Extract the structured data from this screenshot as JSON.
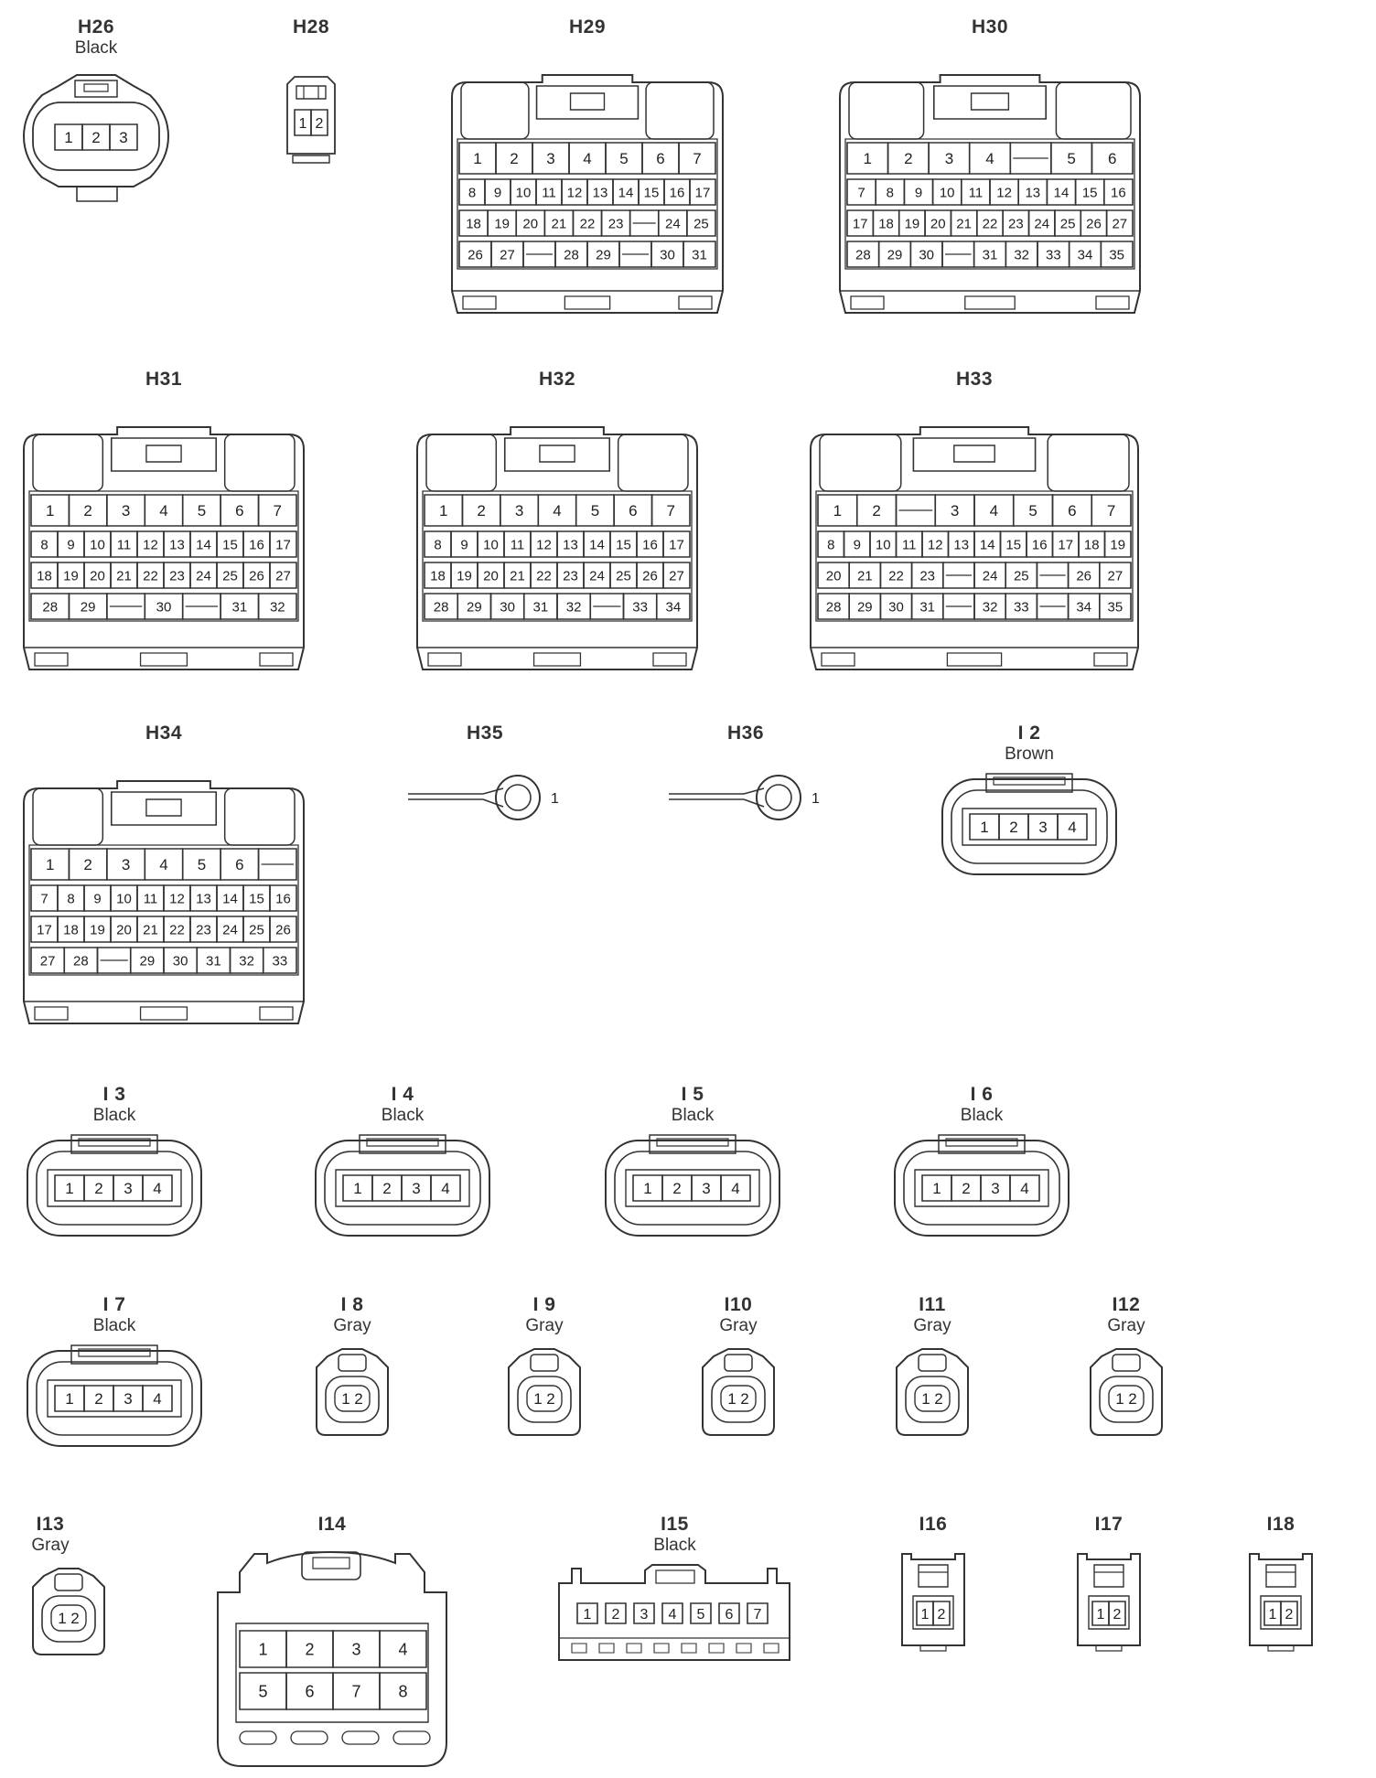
{
  "connectors": [
    {
      "id": "H26",
      "color": "Black",
      "kind": "oval",
      "pins": [
        "1",
        "2",
        "3"
      ]
    },
    {
      "id": "H28",
      "color": "",
      "kind": "small",
      "pins": [
        "1",
        "2"
      ]
    },
    {
      "id": "H29",
      "color": "",
      "kind": "block",
      "rows": [
        [
          "1",
          "2",
          "3",
          "4",
          "5",
          "6",
          "7"
        ],
        [
          "8",
          "9",
          "10",
          "11",
          "12",
          "13",
          "14",
          "15",
          "16",
          "17"
        ],
        [
          "18",
          "19",
          "20",
          "21",
          "22",
          "23",
          "",
          "24",
          "25"
        ],
        [
          "26",
          "27",
          "",
          "28",
          "29",
          "",
          "30",
          "31"
        ]
      ]
    },
    {
      "id": "H30",
      "color": "",
      "kind": "block",
      "rows": [
        [
          "1",
          "2",
          "3",
          "4",
          "",
          "5",
          "6"
        ],
        [
          "7",
          "8",
          "9",
          "10",
          "11",
          "12",
          "13",
          "14",
          "15",
          "16"
        ],
        [
          "17",
          "18",
          "19",
          "20",
          "21",
          "22",
          "23",
          "24",
          "25",
          "26",
          "27"
        ],
        [
          "28",
          "29",
          "30",
          "",
          "31",
          "32",
          "33",
          "34",
          "35"
        ]
      ]
    },
    {
      "id": "H31",
      "color": "",
      "kind": "block",
      "rows": [
        [
          "1",
          "2",
          "3",
          "4",
          "5",
          "6",
          "7"
        ],
        [
          "8",
          "9",
          "10",
          "11",
          "12",
          "13",
          "14",
          "15",
          "16",
          "17"
        ],
        [
          "18",
          "19",
          "20",
          "21",
          "22",
          "23",
          "24",
          "25",
          "26",
          "27"
        ],
        [
          "28",
          "29",
          "",
          "30",
          "",
          "31",
          "32"
        ]
      ]
    },
    {
      "id": "H32",
      "color": "",
      "kind": "block",
      "rows": [
        [
          "1",
          "2",
          "3",
          "4",
          "5",
          "6",
          "7"
        ],
        [
          "8",
          "9",
          "10",
          "11",
          "12",
          "13",
          "14",
          "15",
          "16",
          "17"
        ],
        [
          "18",
          "19",
          "20",
          "21",
          "22",
          "23",
          "24",
          "25",
          "26",
          "27"
        ],
        [
          "28",
          "29",
          "30",
          "31",
          "32",
          "",
          "33",
          "34"
        ]
      ]
    },
    {
      "id": "H33",
      "color": "",
      "kind": "block",
      "rows": [
        [
          "1",
          "2",
          "",
          "3",
          "4",
          "5",
          "6",
          "7"
        ],
        [
          "8",
          "9",
          "10",
          "11",
          "12",
          "13",
          "14",
          "15",
          "16",
          "17",
          "18",
          "19"
        ],
        [
          "20",
          "21",
          "22",
          "23",
          "",
          "24",
          "25",
          "",
          "26",
          "27"
        ],
        [
          "28",
          "29",
          "30",
          "31",
          "",
          "32",
          "33",
          "",
          "34",
          "35"
        ]
      ]
    },
    {
      "id": "H34",
      "color": "",
      "kind": "block",
      "rows": [
        [
          "1",
          "2",
          "3",
          "4",
          "5",
          "6",
          ""
        ],
        [
          "7",
          "8",
          "9",
          "10",
          "11",
          "12",
          "13",
          "14",
          "15",
          "16"
        ],
        [
          "17",
          "18",
          "19",
          "20",
          "21",
          "22",
          "23",
          "24",
          "25",
          "26"
        ],
        [
          "27",
          "28",
          "",
          "29",
          "30",
          "31",
          "32",
          "33"
        ]
      ]
    },
    {
      "id": "H35",
      "color": "",
      "kind": "ring",
      "pins": [
        "1"
      ]
    },
    {
      "id": "H36",
      "color": "",
      "kind": "ring",
      "pins": [
        "1"
      ]
    },
    {
      "id": "I 2",
      "color": "Brown",
      "kind": "wide",
      "pins": [
        "1",
        "2",
        "3",
        "4"
      ]
    },
    {
      "id": "I 3",
      "color": "Black",
      "kind": "wide",
      "pins": [
        "1",
        "2",
        "3",
        "4"
      ]
    },
    {
      "id": "I 4",
      "color": "Black",
      "kind": "wide",
      "pins": [
        "1",
        "2",
        "3",
        "4"
      ]
    },
    {
      "id": "I 5",
      "color": "Black",
      "kind": "wide",
      "pins": [
        "1",
        "2",
        "3",
        "4"
      ]
    },
    {
      "id": "I 6",
      "color": "Black",
      "kind": "wide",
      "pins": [
        "1",
        "2",
        "3",
        "4"
      ]
    },
    {
      "id": "I 7",
      "color": "Black",
      "kind": "wide",
      "pins": [
        "1",
        "2",
        "3",
        "4"
      ]
    },
    {
      "id": "I 8",
      "color": "Gray",
      "kind": "twoway",
      "pins": [
        "1",
        "2"
      ]
    },
    {
      "id": "I 9",
      "color": "Gray",
      "kind": "twoway",
      "pins": [
        "1",
        "2"
      ]
    },
    {
      "id": "I10",
      "color": "Gray",
      "kind": "twoway",
      "pins": [
        "1",
        "2"
      ]
    },
    {
      "id": "I11",
      "color": "Gray",
      "kind": "twoway",
      "pins": [
        "1",
        "2"
      ]
    },
    {
      "id": "I12",
      "color": "Gray",
      "kind": "twoway",
      "pins": [
        "1",
        "2"
      ]
    },
    {
      "id": "I13",
      "color": "Gray",
      "kind": "twoway",
      "pins": [
        "1",
        "2"
      ]
    },
    {
      "id": "I14",
      "color": "",
      "kind": "eight",
      "rows": [
        [
          "1",
          "2",
          "3",
          "4"
        ],
        [
          "5",
          "6",
          "7",
          "8"
        ]
      ]
    },
    {
      "id": "I15",
      "color": "Black",
      "kind": "seven",
      "pins": [
        "1",
        "2",
        "3",
        "4",
        "5",
        "6",
        "7"
      ]
    },
    {
      "id": "I16",
      "color": "",
      "kind": "small2",
      "pins": [
        "1",
        "2"
      ]
    },
    {
      "id": "I17",
      "color": "",
      "kind": "small2",
      "pins": [
        "1",
        "2"
      ]
    },
    {
      "id": "I18",
      "color": "",
      "kind": "small2",
      "pins": [
        "1",
        "2"
      ]
    }
  ]
}
